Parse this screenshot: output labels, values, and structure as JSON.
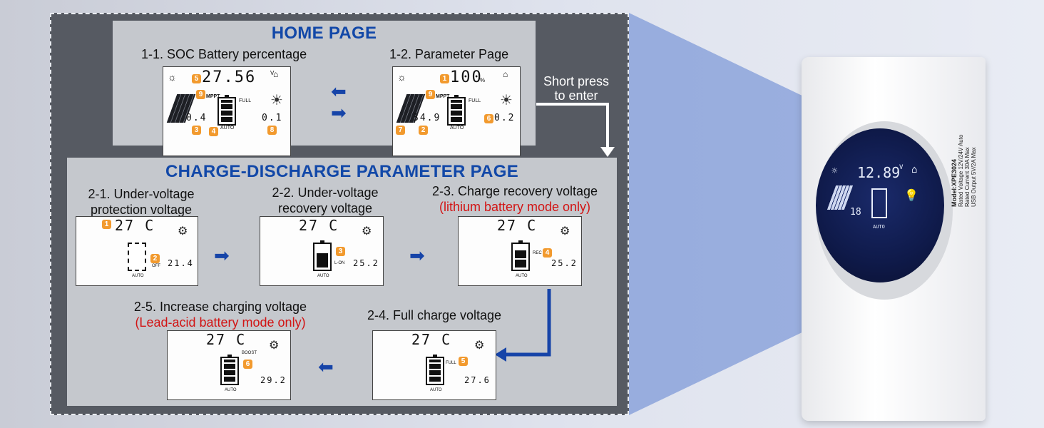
{
  "home": {
    "title": "HOME PAGE",
    "soc_label": "1-1. SOC Battery percentage",
    "param_label": "1-2. Parameter Page",
    "soc_screen": {
      "top": "27.56",
      "unit": "V",
      "left": "0.4",
      "right": "0.1",
      "full": "FULL",
      "mode": "AUTO",
      "mppt": "MPPT"
    },
    "param_screen": {
      "top": "100",
      "unit": "%",
      "left": "34.9",
      "right": "0.2",
      "full": "FULL",
      "mode": "AUTO",
      "mppt": "MPPT"
    }
  },
  "note": {
    "line1": "Short press",
    "line2": "to enter"
  },
  "charge": {
    "title": "CHARGE-DISCHARGE PARAMETER PAGE",
    "s21_l1": "2-1. Under-voltage",
    "s21_l2": "protection voltage",
    "s22_l1": "2-2. Under-voltage",
    "s22_l2": "recovery voltage",
    "s23_l1": "2-3. Charge recovery voltage",
    "s23_l2": "(lithium battery mode only)",
    "s24": "2-4. Full charge voltage",
    "s25_l1": "2-5. Increase charging voltage",
    "s25_l2": "(Lead-acid battery mode only)",
    "screens": {
      "s21": {
        "top": "27 C",
        "value": "21.4",
        "tag": "OFF",
        "mode": "AUTO"
      },
      "s22": {
        "top": "27 C",
        "value": "25.2",
        "tag": "L-ON",
        "mode": "AUTO"
      },
      "s23": {
        "top": "27 C",
        "value": "25.2",
        "tag": "REC",
        "mode": "AUTO"
      },
      "s24": {
        "top": "27 C",
        "value": "27.6",
        "tag": "FULL",
        "mode": "AUTO"
      },
      "s25": {
        "top": "27 C",
        "value": "29.2",
        "tag": "BOOST",
        "mode": "AUTO"
      }
    }
  },
  "device": {
    "screen_value": "12.89",
    "screen_unit": "V",
    "screen_current": "18",
    "mode": "AUTO",
    "model_l1": "Model:XPE3024",
    "model_l2": "Rated Voltage 12V/24V Auto",
    "model_l3": "Rated Current 30A Max",
    "model_l4": "USB Output 5V/2A Max"
  },
  "colors": {
    "accent": "#1248a8",
    "badge": "#f29a2e",
    "warning": "#d21414"
  }
}
